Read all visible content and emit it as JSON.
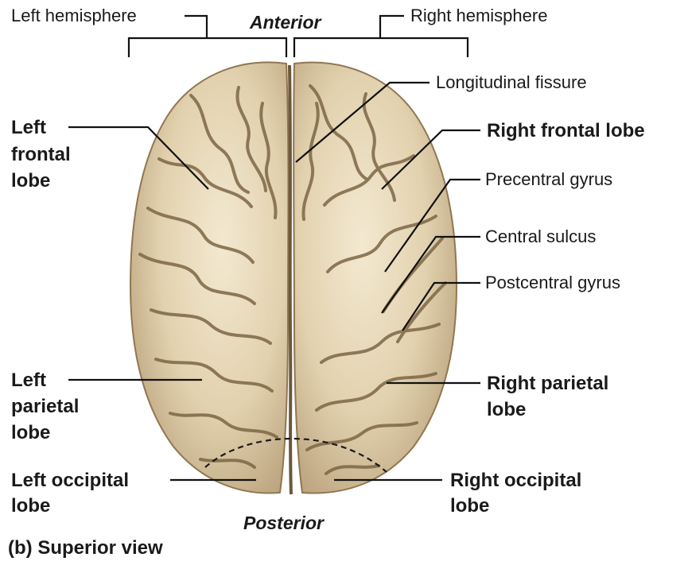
{
  "orientation": {
    "top": "Anterior",
    "bottom": "Posterior"
  },
  "hemispheres": {
    "left": "Left hemisphere",
    "right": "Right hemisphere"
  },
  "labels": {
    "longitudinal_fissure": "Longitudinal fissure",
    "left_frontal_lobe": [
      "Left",
      "frontal",
      "lobe"
    ],
    "right_frontal_lobe": "Right frontal lobe",
    "precentral_gyrus": "Precentral gyrus",
    "central_sulcus": "Central sulcus",
    "postcentral_gyrus": "Postcentral gyrus",
    "left_parietal_lobe": [
      "Left",
      "parietal",
      "lobe"
    ],
    "right_parietal_lobe": [
      "Right parietal",
      "lobe"
    ],
    "left_occipital_lobe": [
      "Left occipital",
      "lobe"
    ],
    "right_occipital_lobe": [
      "Right occipital",
      "lobe"
    ]
  },
  "caption": "(b) Superior view",
  "colors": {
    "brain_fill": "#e4d4b4",
    "brain_highlight": "#f1e6cc",
    "brain_shadow": "#a38b66",
    "sulcus": "#7d6645",
    "leader_line": "#111111"
  }
}
